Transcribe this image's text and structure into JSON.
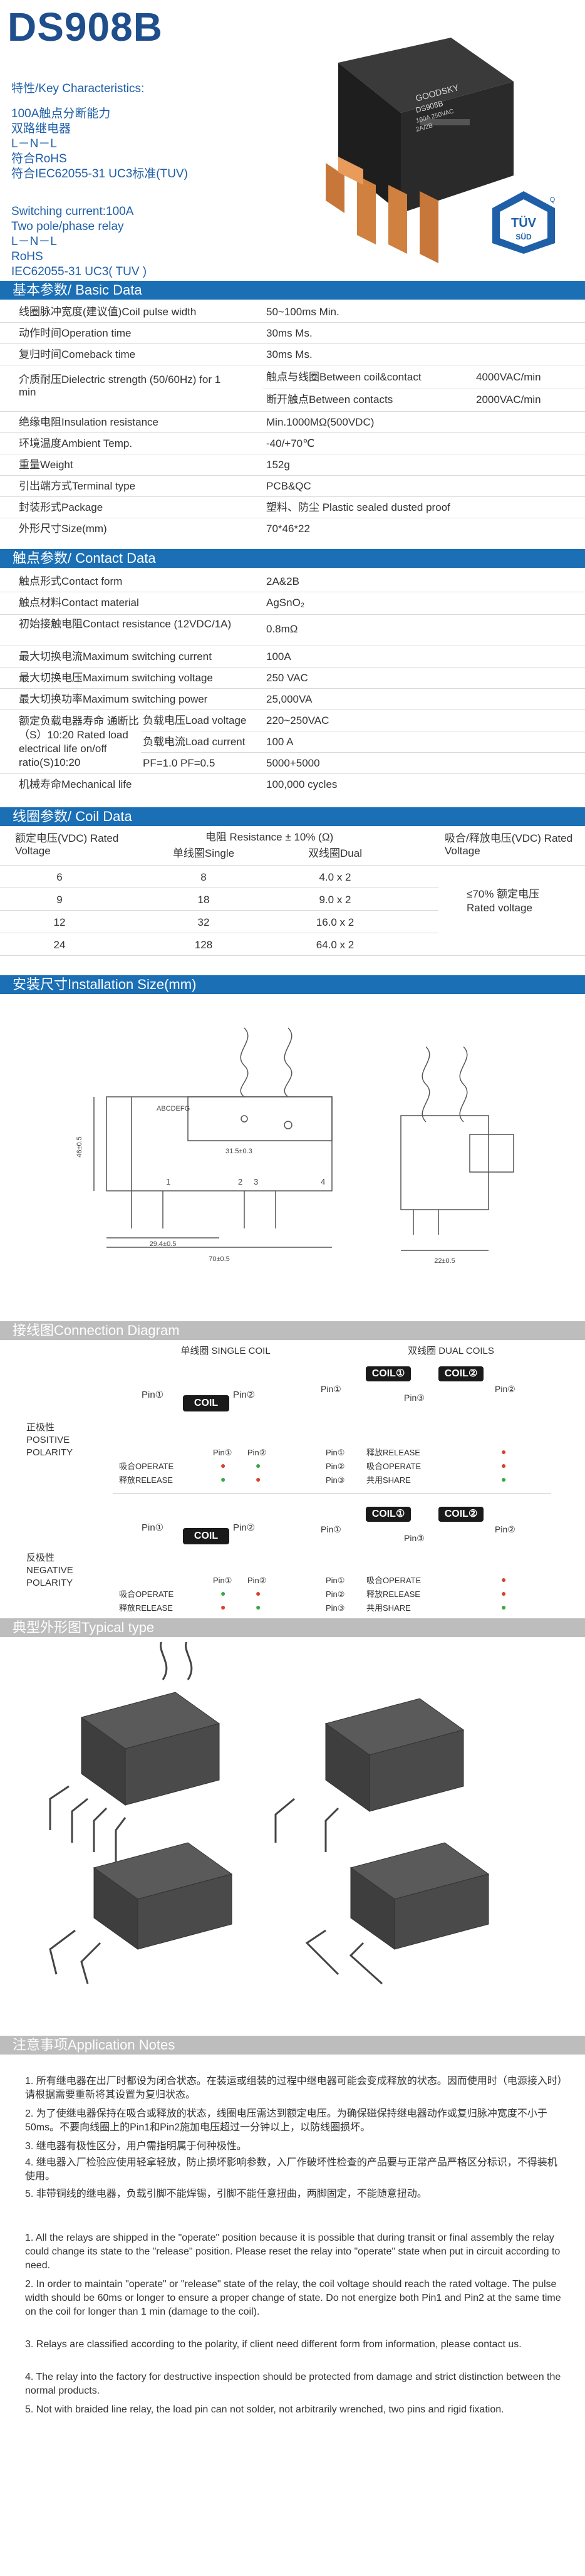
{
  "title": "DS908B",
  "features_cn": [
    "特性/Key Characteristics:",
    "100A触点分断能力",
    "双路继电器",
    "L－N－L",
    "符合RoHS",
    "符合IEC62055-31 UC3标准(TUV)"
  ],
  "features_en": [
    "Switching current:100A",
    "Two pole/phase relay",
    "L－N－L",
    "RoHS",
    "IEC62055-31 UC3( TUV )"
  ],
  "tuv": {
    "top": "TÜV",
    "bottom": "SÜD",
    "corner": "Q"
  },
  "product_label": [
    "GOODSKY",
    "DS908B",
    "100A 250VAC",
    "2A/2B"
  ],
  "basic": {
    "title": "基本参数/ Basic  Data",
    "rows": [
      {
        "label": "线圈脉冲宽度(建议值)Coil pulse width",
        "value": "50~100ms Min."
      },
      {
        "label": "动作时间Operation time",
        "value": "30ms Ms."
      },
      {
        "label": "复归时间Comeback time",
        "value": "30ms Ms."
      },
      {
        "label": "绝缘电阻Insulation resistance",
        "value": "Min.1000MΩ(500VDC)"
      },
      {
        "label": "环境温度Ambient Temp.",
        "value": "-40/+70℃"
      },
      {
        "label": "重量Weight",
        "value": "152g"
      },
      {
        "label": "引出端方式Terminal type",
        "value": "PCB&QC"
      },
      {
        "label": "封装形式Package",
        "value": "塑料、防尘  Plastic sealed dusted proof"
      },
      {
        "label": "外形尺寸Size(mm)",
        "value": "70*46*22"
      }
    ],
    "dielectric_label": "介质耐压Dielectric strength (50/60Hz) for 1 min",
    "dielectric_rows": [
      {
        "label": "触点与线圈Between coil&contact",
        "value": "4000VAC/min"
      },
      {
        "label": "断开触点Between contacts",
        "value": "2000VAC/min"
      }
    ]
  },
  "contact": {
    "title": "触点参数/ Contact Data",
    "rows": [
      {
        "label": "触点形式Contact form",
        "value": "2A&2B"
      },
      {
        "label": "触点材料Contact material",
        "value": "AgSnO₂"
      },
      {
        "label": "初始接触电阻Contact resistance (12VDC/1A)",
        "value": "0.8mΩ"
      },
      {
        "label": "最大切换电流Maximum switching current",
        "value": "100A"
      },
      {
        "label": "最大切换电压Maximum switching voltage",
        "value": "250 VAC"
      },
      {
        "label": "最大切换功率Maximum switching power",
        "value": "25,000VA"
      },
      {
        "label": "机械寿命Mechanical life",
        "value": "100,000 cycles"
      }
    ],
    "rated_load_label": "额定负载电器寿命 通断比（S）10:20 Rated load electrical life on/off ratio(S)10:20",
    "rated_load_rows": [
      {
        "label": "负载电压Load voltage",
        "value": "220~250VAC"
      },
      {
        "label": "负载电流Load current",
        "value": "100 A"
      },
      {
        "label": "PF=1.0 PF=0.5",
        "value": "5000+5000"
      }
    ]
  },
  "coil": {
    "title": "线圈参数/ Coil  Data",
    "header_voltage": "额定电压(VDC) Rated Voltage",
    "header_resistance": "电阻 Resistance ± 10% (Ω)",
    "header_single": "单线圈Single",
    "header_dual": "双线圈Dual",
    "header_release": "吸合/释放电压(VDC) Rated Voltage",
    "release_value": "≤70% 额定电压 Rated voltage",
    "rows": [
      {
        "v": "6",
        "single": "8",
        "dual": "4.0 x 2"
      },
      {
        "v": "9",
        "single": "18",
        "dual": "9.0 x 2"
      },
      {
        "v": "12",
        "single": "32",
        "dual": "16.0 x 2"
      },
      {
        "v": "24",
        "single": "128",
        "dual": "64.0 x 2"
      }
    ]
  },
  "dimension": {
    "title": "安装尺寸Installation Size(mm)",
    "labels": [
      "70±0.5",
      "46±0.5",
      "22±0.5",
      "29.4±0.5",
      "31.5±0.3",
      "1",
      "2",
      "3",
      "4",
      "ABCDEFG"
    ]
  },
  "connection": {
    "title": "接线图Connection Diagram",
    "single_title": "单线圈 SINGLE COIL",
    "dual_title": "双线圈 DUAL COILS",
    "positive": "正极性 POSITIVE POLARITY",
    "negative": "反极性 NEGATIVE POLARITY",
    "coil_label": "COIL",
    "coil1": "COIL①",
    "coil2": "COIL②",
    "pin1": "Pin①",
    "pin2": "Pin②",
    "pin3": "Pin③",
    "operate": "吸合OPERATE",
    "release": "释放RELEASE",
    "share": "共用SHARE"
  },
  "typical": {
    "title": "典型外形图Typical type"
  },
  "notes": {
    "title": "注意事项Application Notes",
    "cn": [
      "1. 所有继电器在出厂时都设为闭合状态。在装运或组装的过程中继电器可能会变成释放的状态。因而使用时（电源接入时）请根据需要重新将其设置为复归状态。",
      "2. 为了使继电器保持在吸合或释放的状态，线圈电压需达到额定电压。为确保磁保持继电器动作或复归脉冲宽度不小于50ms。不要向线圈上的Pin1和Pin2施加电压超过一分钟以上，以防线圈损坏。",
      "3. 继电器有极性区分，用户需指明属于何种极性。",
      "4. 继电器入厂检验应使用轻拿轻放，防止损坏影响参数，入厂作破坏性检查的产品要与正常产品严格区分标识，不得装机使用。",
      "5. 非带铜线的继电器，负载引脚不能焊锡，引脚不能任意扭曲，两脚固定，不能随意扭动。"
    ],
    "en": [
      "1. All the relays are shipped in the \"operate\" position because it is possible that during transit or final assembly the relay could change its state to the \"release\" position. Please reset the relay into \"operate\" state when put in circuit according to need.",
      "2. In order to maintain \"operate\" or \"release\" state of the relay, the coil voltage should reach the rated voltage. The pulse width should be 60ms or longer to ensure a proper change of state. Do not energize both Pin1 and Pin2 at the same time on the coil for longer than 1 min (damage to the coil).",
      "3. Relays are classified according to the polarity, if client need different form from information, please contact us.",
      "4. The relay into the factory for destructive inspection should be protected from damage and strict distinction between the normal products.",
      "5. Not with braided line relay, the load pin can not solder, not arbitrarily wrenched, two pins and rigid fixation."
    ]
  }
}
